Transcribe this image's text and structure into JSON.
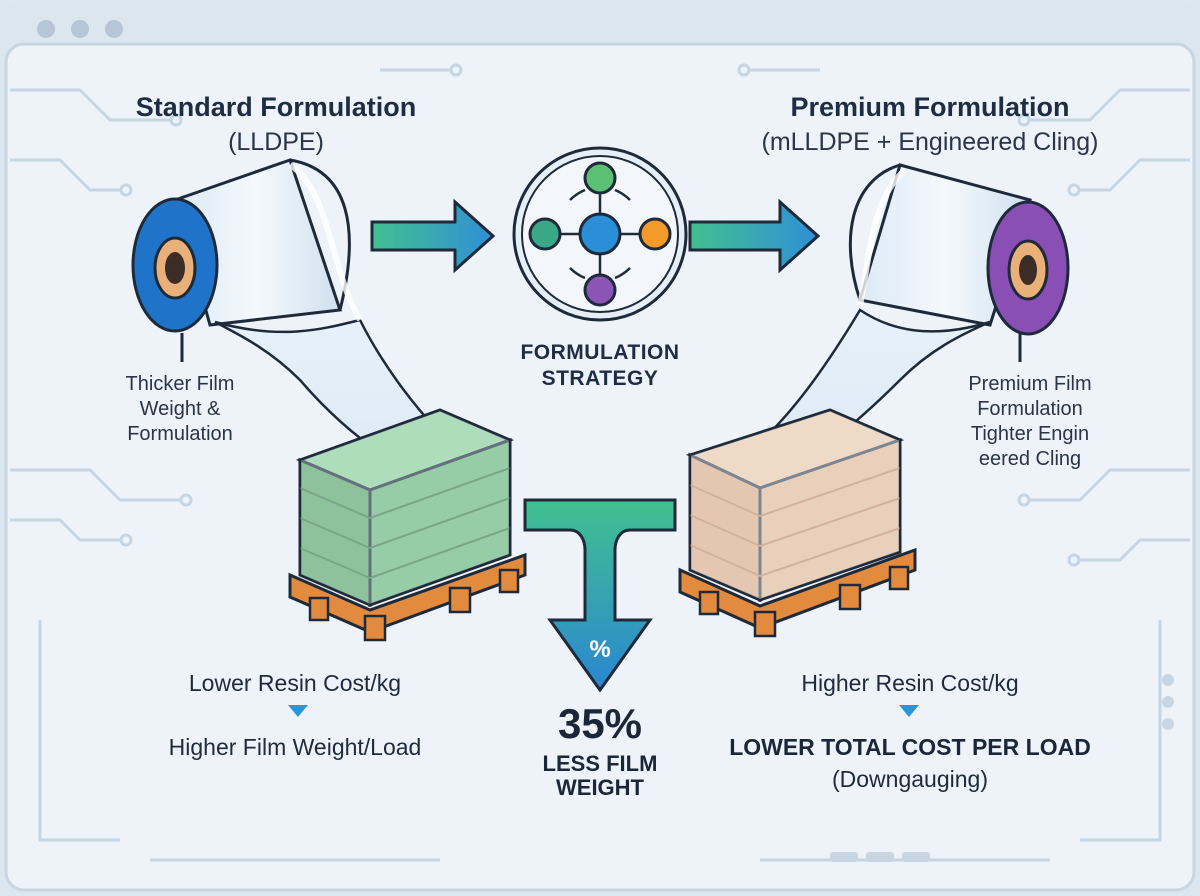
{
  "window": {
    "control_dots": [
      "dot-icon",
      "dot-icon",
      "dot-icon"
    ]
  },
  "left": {
    "title": "Standard Formulation",
    "subtitle": "(LLDPE)",
    "note_lines": [
      "Thicker Film",
      "Weight & ",
      "Formulation"
    ],
    "cost_top": "Lower Resin Cost/kg",
    "cost_bottom": "Higher Film Weight/Load",
    "roll_core_color": "#1f74c9",
    "load_color": "#5ea86a"
  },
  "center": {
    "strategy_lines": [
      "FORMULATION",
      "STRATEGY"
    ],
    "percent_symbol": "%",
    "reduction_value": "35%",
    "reduction_lines": [
      "LESS FILM",
      "WEIGHT"
    ],
    "node_colors": {
      "top": "#5bbf74",
      "left": "#3aa886",
      "center": "#2b8fd8",
      "right": "#f39a2a",
      "bottom": "#8a55b5"
    }
  },
  "right": {
    "title": "Premium Formulation",
    "subtitle": "(mLLDPE + Engineered Cling)",
    "note_lines": [
      "Premium Film",
      "Formulation",
      "Tighter Engin",
      "eered Cling"
    ],
    "cost_top": "Higher Resin Cost/kg",
    "cost_bottom": "LOWER TOTAL COST PER LOAD",
    "cost_sub": "(Downgauging)",
    "roll_core_color": "#8a4fb5",
    "load_color": "#e6b387"
  },
  "colors": {
    "accent_blue": "#2f93d6",
    "accent_green": "#42c08f",
    "pallet_orange": "#e28a3e",
    "outline": "#1e2a3a"
  }
}
